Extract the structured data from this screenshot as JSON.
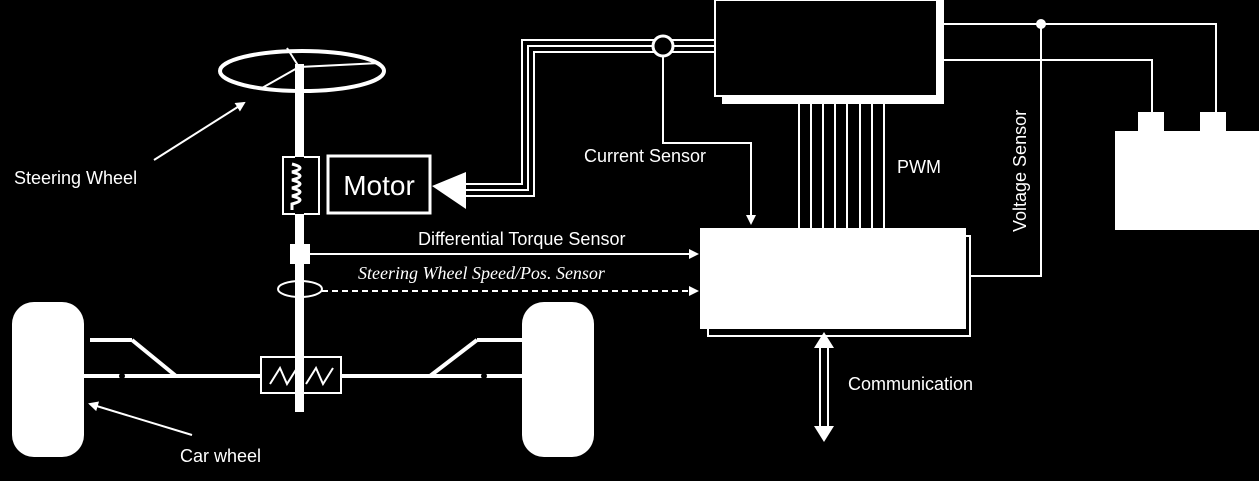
{
  "labels": {
    "steering_wheel": "Steering Wheel",
    "car_wheel": "Car wheel",
    "motor": "Motor",
    "current_sensor": "Current Sensor",
    "pwm": "PWM",
    "voltage_sensor": "Voltage Sensor",
    "differential_torque_sensor": "Differential Torque Sensor",
    "steering_wheel_speed_pos_sensor": "Steering Wheel Speed/Pos. Sensor",
    "communication": "Communication"
  },
  "colors": {
    "background": "#000000",
    "foreground": "#ffffff"
  }
}
